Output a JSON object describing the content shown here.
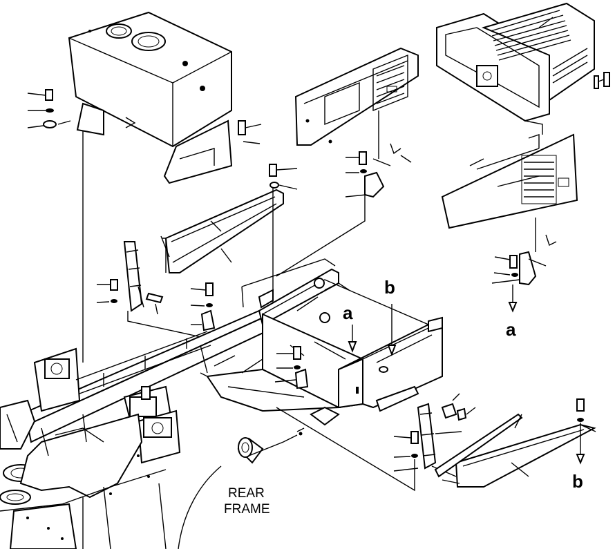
{
  "diagram": {
    "labels": {
      "ref_a_main": "a",
      "ref_a_callout": "a",
      "ref_b_main": "b",
      "ref_b_callout": "b",
      "caption_line1": "REAR",
      "caption_line2": "FRAME"
    }
  }
}
